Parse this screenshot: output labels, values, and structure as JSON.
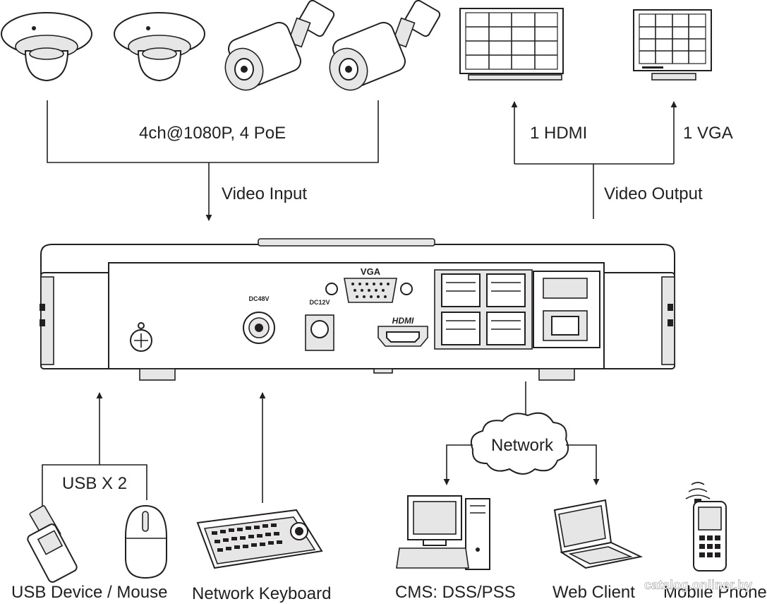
{
  "camera_link": "4ch@1080P, 4 PoE",
  "video_input": "Video Input",
  "hdmi_out": "1 HDMI",
  "vga_out": "1 VGA",
  "video_output": "Video Output",
  "usb": "USB X 2",
  "network": "Network",
  "nvr_ports": {
    "vga": "VGA",
    "hdmi": "HDMI",
    "dc48": "DC48V",
    "dc12": "DC12V"
  },
  "devices": {
    "usb_mouse": "USB Device / Mouse",
    "keyboard": "Network Keyboard",
    "cms": "CMS: DSS/PSS",
    "web": "Web Client",
    "phone": "Mobile Phone"
  },
  "watermark": "catalog.onliner.by"
}
